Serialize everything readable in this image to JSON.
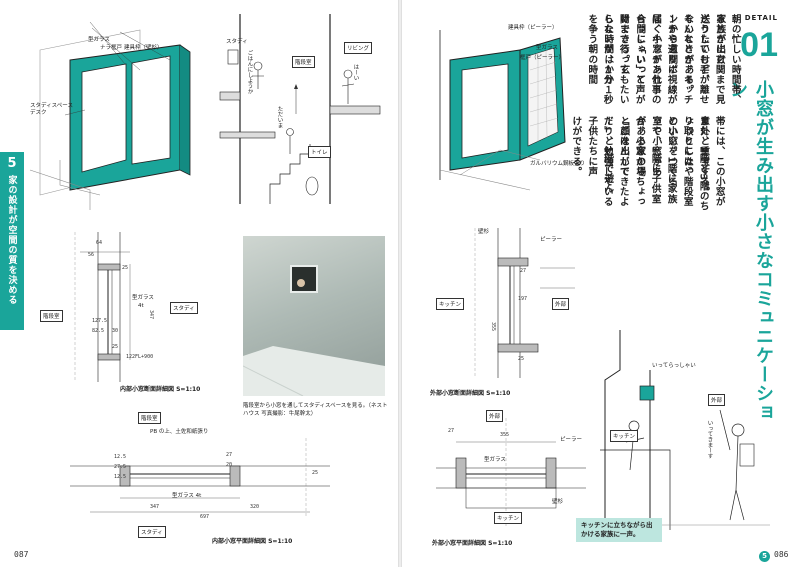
{
  "left_page": {
    "page_number": "087",
    "chapter_number": "5",
    "chapter_title": "家の設計が空間の質を決める",
    "sketch1": {
      "labels": [
        "型ガラス",
        "ナラ框戸",
        "建具枠（壁杉）",
        "スタディスペース",
        "デスク"
      ]
    },
    "sketch2": {
      "labels": [
        "スタディ",
        "ごはんにしようか",
        "階段室",
        "リビング",
        "はーい",
        "ただいま",
        "トイレ"
      ]
    },
    "section_detail": {
      "dims": [
        "64",
        "56",
        "25",
        "127.5",
        "82.5",
        "30",
        "25",
        "347",
        "122FL+900"
      ],
      "labels": [
        "階段室",
        "型ガラス",
        "4t",
        "スタディ"
      ],
      "caption": "内部小窓断面詳細図 S=1:10"
    },
    "photo_caption": "階段室から小窓を通してスタディスペースを見る。（ネストハウス 写真撮影：牛尾幹太）",
    "plan_detail": {
      "labels": [
        "階段室",
        "PB の上、土佐和紙張り",
        "型ガラス 4t",
        "スタディ"
      ],
      "dims": [
        "12.5",
        "27.5",
        "12.5",
        "27",
        "20",
        "347",
        "320",
        "697",
        "25"
      ],
      "caption": "内部小窓平面詳細図 S=1:10"
    }
  },
  "right_page": {
    "page_number": "086",
    "badge": "5",
    "detail_label": "DETAIL",
    "detail_number": "01",
    "title": "小窓が生み出す小さなコミュニケーション",
    "body_columns": [
      "朝の忙しい時間帯、家族が出け",
      "るときに玄関まで見送りたいけど、",
      "どうしても手が離せないときがある。",
      "そんなとき、キッチンから玄関ポ",
      "ーチや通りに視線が届く小窓があれ",
      "ば、キッチン仕事の合間に「いって",
      "らっしゃい」と声がけできる。玄",
      "関まで行ってもたいした時間はかか",
      "らないが、１分１秒を争う朝の時間",
      "帯には、この小窓が意外と重宝する。",
      "また、2階と3階のちょっとしたや",
      "り取りには、階段室の小窓をつくる",
      "といい。1階に家族室や小窓があ",
      "って、1階に子供室がある家の場",
      "合、小窓からちょっと顔を出して",
      "「ごはんができたよー」と1階で遊ん",
      "だり、勉強している子供たちに声",
      "けができる。"
    ],
    "sketch3": {
      "labels": [
        "建具枠（ピーラー）",
        "型ガラス",
        "框戸（ピーラー）",
        "ガルバリウム鋼板張り"
      ]
    },
    "exterior_section": {
      "labels": [
        "壁杉",
        "ピーラー",
        "キッチン",
        "外部",
        "27",
        "355",
        "197",
        "25"
      ],
      "caption": "外部小窓断面詳細図 S=1:10"
    },
    "exterior_plan": {
      "labels": [
        "外部",
        "27",
        "355",
        "ピーラー",
        "型ガラス",
        "キッチン",
        "壁杉"
      ],
      "caption": "外部小窓平面詳細図 S=1:10"
    },
    "sketch4": {
      "labels": [
        "いってらっしゃい",
        "キッチン",
        "外部",
        "いってきまーす"
      ]
    },
    "callout": "キッチンに立ちながら出かける家族に一声。"
  }
}
